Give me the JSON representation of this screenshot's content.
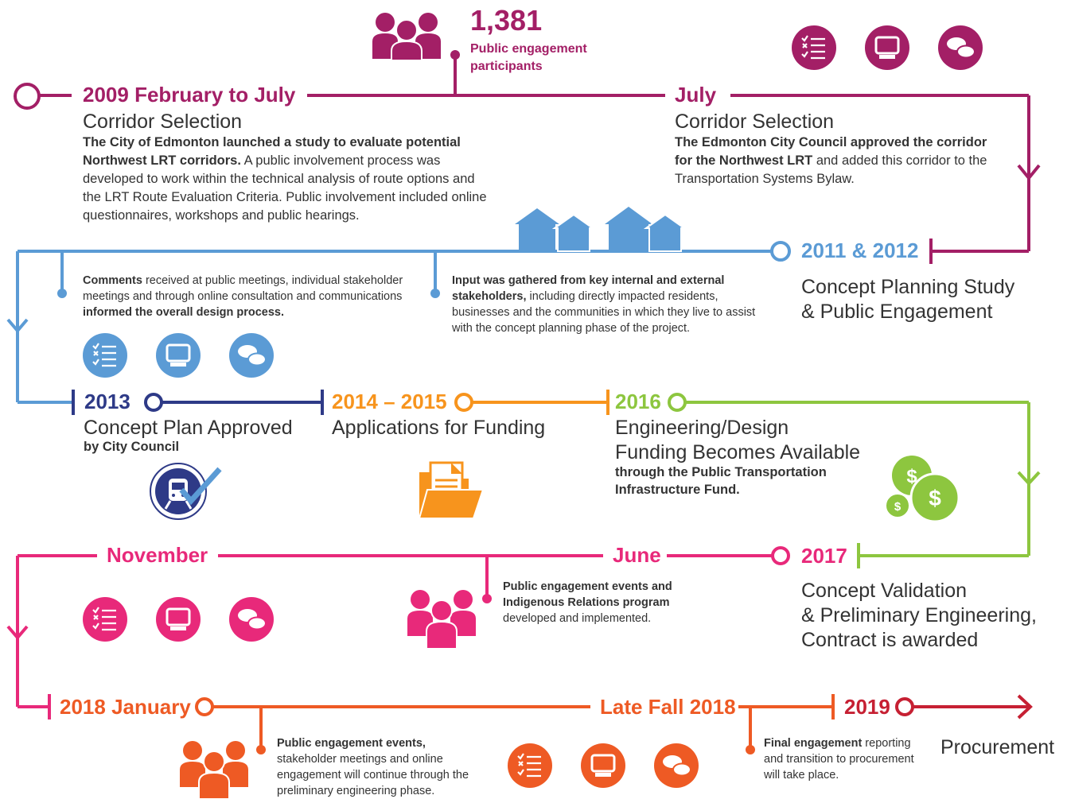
{
  "colors": {
    "purple": "#a31f66",
    "blue": "#5b9bd5",
    "navy": "#2e3a87",
    "orange": "#f7941d",
    "green": "#8dc63f",
    "pink": "#e8297a",
    "dark_orange": "#ee5a24",
    "red": "#c62033",
    "text": "#333333"
  },
  "header": {
    "count": "1,381",
    "count_label_line1": "Public engagement",
    "count_label_line2": "participants"
  },
  "milestones": {
    "m2009": {
      "date": "2009 February to July",
      "phase": "Corridor Selection",
      "desc_bold": "The City of Edmonton launched a study to evaluate potential Northwest LRT corridors.",
      "desc": " A public involvement process was developed to work within the technical analysis of route options and the LRT Route Evaluation Criteria. Public involvement included online questionnaires, workshops and public hearings."
    },
    "july": {
      "date": "July",
      "phase": "Corridor Selection",
      "desc_bold": "The Edmonton City Council approved the corridor for the Northwest LRT",
      "desc": " and added this corridor to the Transportation Systems Bylaw."
    },
    "m2011": {
      "date": "2011 & 2012",
      "phase_line1": "Concept Planning Study",
      "phase_line2": "& Public Engagement"
    },
    "note_comments": {
      "bold1": "Comments",
      "text1": " received at public meetings, individual stakeholder meetings and through online consultation and communications ",
      "bold2": "informed the overall design process."
    },
    "note_input": {
      "bold": "Input was gathered from key internal and external stakeholders,",
      "text": " including directly impacted residents, businesses and the communities in which they live to assist with the concept planning phase of the project."
    },
    "m2013": {
      "date": "2013",
      "phase": "Concept Plan Approved",
      "sub": "by City Council"
    },
    "m2014": {
      "date": "2014 – 2015",
      "phase": "Applications for Funding"
    },
    "m2016": {
      "date": "2016",
      "phase_line1": "Engineering/Design",
      "phase_line2": "Funding Becomes Available",
      "sub_line1": "through the Public Transportation",
      "sub_line2": "Infrastructure Fund."
    },
    "m2017": {
      "date": "2017",
      "phase_line1": "Concept Validation",
      "phase_line2": "& Preliminary Engineering,",
      "phase_line3": "Contract is awarded"
    },
    "june": {
      "date": "June",
      "bold": "Public engagement events and Indigenous Relations program",
      "text": " developed and implemented."
    },
    "november": {
      "date": "November"
    },
    "m2018jan": {
      "date": "2018 January",
      "bold": "Public engagement events,",
      "text": " stakeholder meetings and online engagement will continue through the preliminary engineering phase."
    },
    "latefall": {
      "date": "Late Fall 2018",
      "bold": "Final engagement",
      "text": " reporting and transition to procurement will take place."
    },
    "m2019": {
      "date": "2019",
      "phase": "Procurement"
    }
  },
  "icons": [
    "people-group-icon",
    "checklist-icon",
    "computer-monitor-icon",
    "speech-bubbles-icon",
    "houses-icon",
    "lrt-train-check-icon",
    "document-folder-icon",
    "dollar-coins-icon"
  ]
}
